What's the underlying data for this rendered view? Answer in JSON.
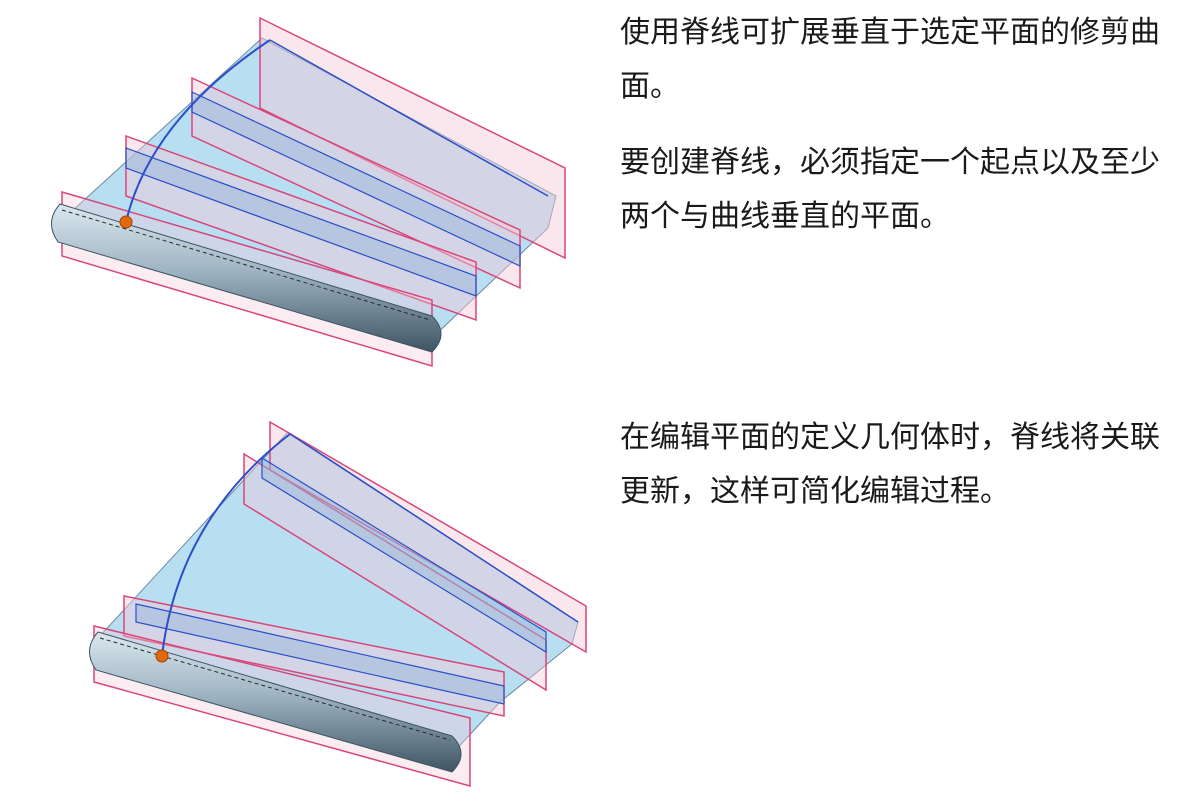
{
  "top_section": {
    "paragraphs": [
      "使用脊线可扩展垂直于选定平面的修剪曲面。",
      "要创建脊线，必须指定一个起点以及至少两个与曲线垂直的平面。"
    ]
  },
  "bottom_section": {
    "paragraphs": [
      "在编辑平面的定义几何体时，脊线将关联更新，这样可简化编辑过程。"
    ]
  },
  "colors": {
    "surface": "#b8def2",
    "plane_stroke": "#d9467a",
    "plane_fill": "#f3c9d8",
    "spine": "#2b4fc9",
    "start_point": "#e06a10",
    "edge_cylinder": "#5c7180"
  },
  "icons": [
    "spine-start-point"
  ]
}
